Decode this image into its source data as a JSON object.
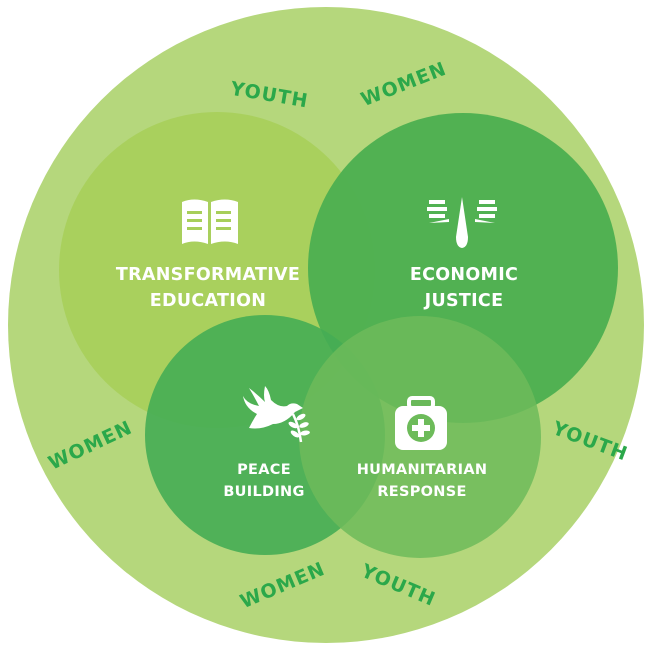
{
  "diagram": {
    "colors": {
      "outer": "#b5d77c",
      "education": "#a7cf5a",
      "economic": "#4caf50",
      "peace": "#45ad54",
      "humanitarian": "#6dbb5a",
      "ring_text": "#2ba84a",
      "white": "#ffffff"
    },
    "circles": {
      "education": {
        "line1": "TRANSFORMATIVE",
        "line2": "EDUCATION",
        "icon": "book-icon"
      },
      "economic": {
        "line1": "ECONOMIC",
        "line2": "JUSTICE",
        "icon": "scales-icon"
      },
      "peace": {
        "line1": "PEACE",
        "line2": "BUILDING",
        "icon": "dove-icon"
      },
      "humanitarian": {
        "line1": "HUMANITARIAN",
        "line2": "RESPONSE",
        "icon": "first-aid-kit-icon"
      }
    },
    "ring_words": {
      "top_left": "YOUTH",
      "top_right": "WOMEN",
      "right": "YOUTH",
      "left": "WOMEN",
      "bottom_left": "WOMEN",
      "bottom_right": "YOUTH"
    }
  }
}
